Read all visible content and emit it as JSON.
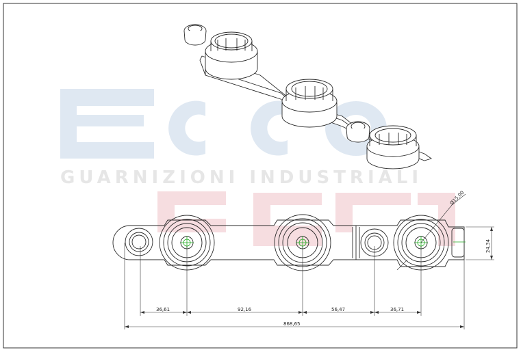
{
  "watermark": {
    "logo_text": "Ecco",
    "tagline": "GUARNIZIONI INDUSTRIALI",
    "logo_color": "#dfe8f2",
    "tagline_color": "#e6e6e6",
    "accent_color": "#f6dde0"
  },
  "drawing": {
    "stroke_color": "#2a2a2a",
    "center_mark_color": "#22aa22",
    "dimensions": {
      "d1": "36,61",
      "d2": "92,16",
      "d3": "56,47",
      "d4": "36,71",
      "total": "868,65",
      "height": "24,34",
      "hole_dia": "Ø15,00"
    }
  }
}
